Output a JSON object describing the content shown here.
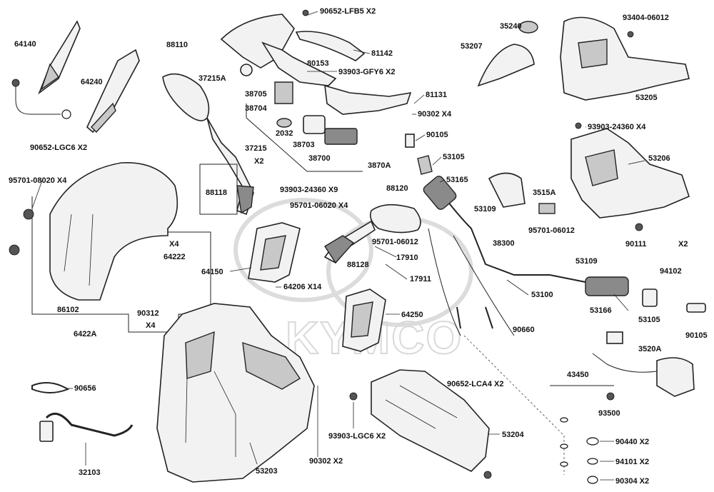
{
  "watermark": "KYMCO",
  "labels": [
    {
      "id": "l-90652-LFB5",
      "text": "90652-LFB5 X2"
    },
    {
      "id": "l-35240",
      "text": "35240"
    },
    {
      "id": "l-93404",
      "text": "93404-06012"
    },
    {
      "id": "l-64140",
      "text": "64140"
    },
    {
      "id": "l-88110",
      "text": "88110"
    },
    {
      "id": "l-81142",
      "text": "81142"
    },
    {
      "id": "l-53207",
      "text": "53207"
    },
    {
      "id": "l-80153",
      "text": "80153"
    },
    {
      "id": "l-93903-GFY6",
      "text": "93903-GFY6 X2"
    },
    {
      "id": "l-64240",
      "text": "64240"
    },
    {
      "id": "l-37215A",
      "text": "37215A"
    },
    {
      "id": "l-38705",
      "text": "38705"
    },
    {
      "id": "l-81131",
      "text": "81131"
    },
    {
      "id": "l-53205",
      "text": "53205"
    },
    {
      "id": "l-38704",
      "text": "38704"
    },
    {
      "id": "l-90302-X4",
      "text": "90302  X4"
    },
    {
      "id": "l-90652-LGC6",
      "text": "90652-LGC6 X2"
    },
    {
      "id": "l-2032",
      "text": "2032"
    },
    {
      "id": "l-93903-24360-X4",
      "text": "93903-24360 X4"
    },
    {
      "id": "l-90105a",
      "text": "90105"
    },
    {
      "id": "l-38703",
      "text": "38703"
    },
    {
      "id": "l-37215",
      "text": "37215"
    },
    {
      "id": "l-38700",
      "text": "38700"
    },
    {
      "id": "l-53105a",
      "text": "53105"
    },
    {
      "id": "l-53206",
      "text": "53206"
    },
    {
      "id": "l-X2a",
      "text": "X2"
    },
    {
      "id": "l-3870A",
      "text": "3870A"
    },
    {
      "id": "l-95701-08020",
      "text": "95701-08020 X4"
    },
    {
      "id": "l-53165",
      "text": "53165"
    },
    {
      "id": "l-88118",
      "text": "88118"
    },
    {
      "id": "l-93903-24360-X9",
      "text": "93903-24360 X9"
    },
    {
      "id": "l-88120",
      "text": "88120"
    },
    {
      "id": "l-3515A",
      "text": "3515A"
    },
    {
      "id": "l-95701-06020",
      "text": "95701-06020 X4"
    },
    {
      "id": "l-53109a",
      "text": "53109"
    },
    {
      "id": "l-95701-06012a",
      "text": "95701-06012"
    },
    {
      "id": "l-90111",
      "text": "90111"
    },
    {
      "id": "l-X2b",
      "text": "X2"
    },
    {
      "id": "l-X4a",
      "text": "X4"
    },
    {
      "id": "l-64222",
      "text": "64222"
    },
    {
      "id": "l-95701-06012b",
      "text": "95701-06012"
    },
    {
      "id": "l-38300",
      "text": "38300"
    },
    {
      "id": "l-53109b",
      "text": "53109"
    },
    {
      "id": "l-17910",
      "text": "17910"
    },
    {
      "id": "l-88128",
      "text": "88128"
    },
    {
      "id": "l-64150",
      "text": "64150"
    },
    {
      "id": "l-94102",
      "text": "94102"
    },
    {
      "id": "l-17911",
      "text": "17911"
    },
    {
      "id": "l-64206",
      "text": "64206   X14"
    },
    {
      "id": "l-53100",
      "text": "53100"
    },
    {
      "id": "l-86102",
      "text": "86102"
    },
    {
      "id": "l-90312",
      "text": "90312"
    },
    {
      "id": "l-X4b",
      "text": "X4"
    },
    {
      "id": "l-64250",
      "text": "64250"
    },
    {
      "id": "l-53166",
      "text": "53166"
    },
    {
      "id": "l-53105b",
      "text": "53105"
    },
    {
      "id": "l-90105b",
      "text": "90105"
    },
    {
      "id": "l-6422A",
      "text": "6422A"
    },
    {
      "id": "l-90660",
      "text": "90660"
    },
    {
      "id": "l-3520A",
      "text": "3520A"
    },
    {
      "id": "l-90656",
      "text": "90656"
    },
    {
      "id": "l-90652-LCA4",
      "text": "90652-LCA4 X2"
    },
    {
      "id": "l-43450",
      "text": "43450"
    },
    {
      "id": "l-93500",
      "text": "93500"
    },
    {
      "id": "l-93903-LGC6",
      "text": "93903-LGC6 X2"
    },
    {
      "id": "l-53204",
      "text": "53204"
    },
    {
      "id": "l-90440",
      "text": "90440  X2"
    },
    {
      "id": "l-32103",
      "text": "32103"
    },
    {
      "id": "l-90302-X2",
      "text": "90302  X2"
    },
    {
      "id": "l-53203",
      "text": "53203"
    },
    {
      "id": "l-94101",
      "text": "94101  X2"
    },
    {
      "id": "l-90304",
      "text": "90304  X2"
    }
  ]
}
